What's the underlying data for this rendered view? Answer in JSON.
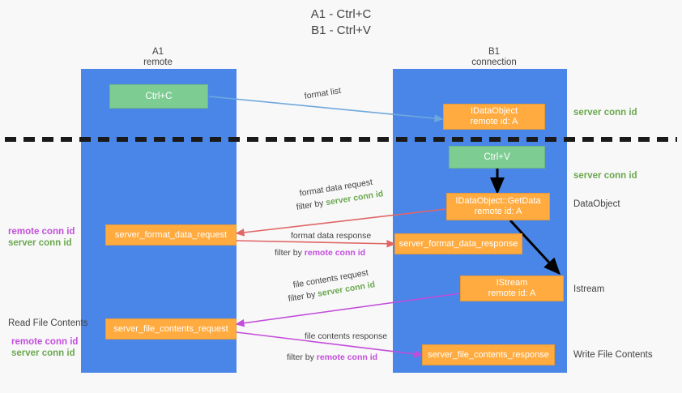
{
  "title": {
    "line1": "A1 - Ctrl+C",
    "line2": "B1 - Ctrl+V"
  },
  "columns": [
    {
      "name": "A1",
      "sub": "remote"
    },
    {
      "name": "B1",
      "sub": "connection"
    }
  ],
  "nodes": {
    "ctrl_c": "Ctrl+C",
    "ctrl_v": "Ctrl+V",
    "idataobject_title": "IDataObject",
    "idataobject_sub": "remote id: A",
    "getdata_title": "IDataObject::GetData",
    "getdata_sub": "remote id: A",
    "istream_title": "IStream",
    "istream_sub": "remote id: A",
    "server_format_data_request": "server_format_data_request",
    "server_format_data_response": "server_format_data_response",
    "server_file_contents_request": "server_file_contents_request",
    "server_file_contents_response": "server_file_contents_response"
  },
  "right_labels": {
    "server_conn_id_1": "server conn id",
    "server_conn_id_2": "server conn id",
    "dataobject": "DataObject",
    "istream": "Istream",
    "write_file_contents": "Write File Contents"
  },
  "left_labels": {
    "remote_conn_id_1": "remote conn id",
    "server_conn_id_1": "server conn id",
    "read_file_contents": "Read File Contents",
    "remote_conn_id_2": "remote conn id",
    "server_conn_id_2": "server conn id"
  },
  "edges": {
    "format_list": "format list",
    "format_data_request": "format data request",
    "format_data_request_filter_prefix": "filter by ",
    "format_data_request_filter_value": "server conn id",
    "format_data_response": "format data response",
    "format_data_response_filter_prefix": "filter by ",
    "format_data_response_filter_value": "remote conn id",
    "file_contents_request": "file contents request",
    "file_contents_request_filter_prefix": "filter by ",
    "file_contents_request_filter_value": "server conn id",
    "file_contents_response": "file contents response",
    "file_contents_response_filter_prefix": "filter by ",
    "file_contents_response_filter_value": "remote conn id"
  },
  "colors": {
    "lane": "#4a86e8",
    "node_orange": "#ffab40",
    "node_green": "#7dcc92",
    "server_conn_id": "#6aa84f",
    "remote_conn_id": "#c24ddb",
    "arrow_blue": "#6fa8dc",
    "arrow_red": "#e06666",
    "arrow_magenta": "#c24ddb",
    "arrow_black": "#000000",
    "divider": "#1a1a1a"
  }
}
